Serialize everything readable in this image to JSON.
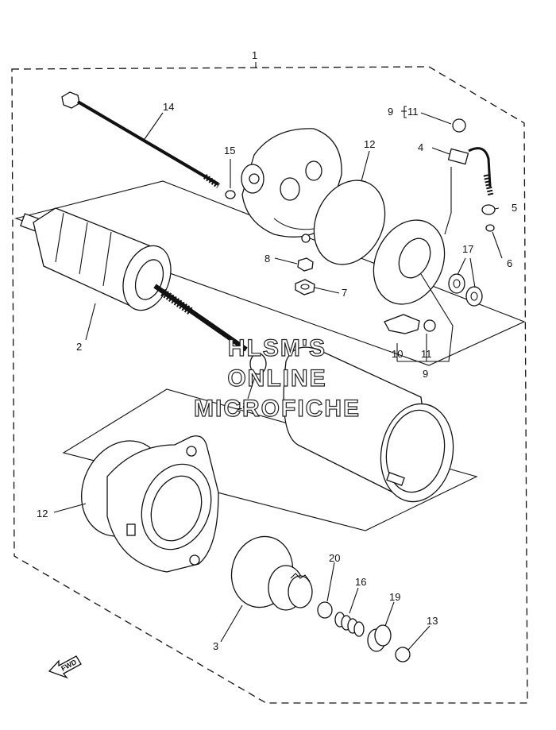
{
  "labels": {
    "l1": "1",
    "l2": "2",
    "l3": "3",
    "l4": "4",
    "l5": "5",
    "l6": "6",
    "l7": "7",
    "l8": "8",
    "l9a": "9",
    "l9b": "9",
    "l10": "10",
    "l11a": "11",
    "l11b": "11",
    "l12a": "12",
    "l12b": "12",
    "l13": "13",
    "l14": "14",
    "l15": "15",
    "l16": "16",
    "l17": "17",
    "l18": "18",
    "l19": "19",
    "l20": "20"
  },
  "watermark": {
    "line1": "HLSM'S",
    "line2": "ONLINE",
    "line3": "MICROFICHE"
  },
  "fwd_label": "FWD"
}
